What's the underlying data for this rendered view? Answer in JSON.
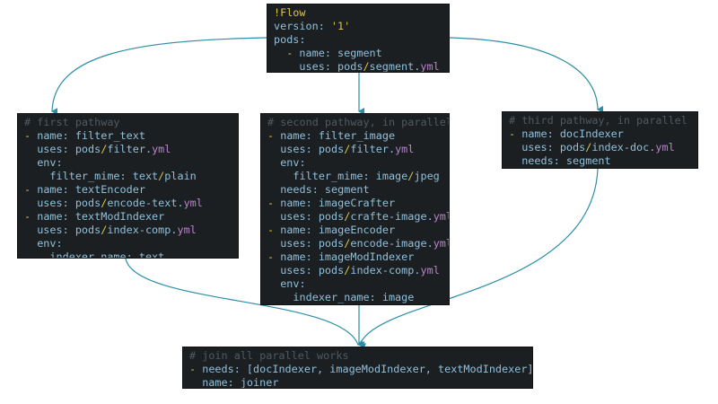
{
  "colors": {
    "arrow": "#2b8ea6",
    "background": "#1c1f22"
  },
  "blocks": {
    "top": [
      [
        {
          "t": "!Flow",
          "c": "f"
        }
      ],
      [
        {
          "t": "version: ",
          "c": "k"
        },
        {
          "t": "'1'",
          "c": "d"
        }
      ],
      [
        {
          "t": "pods:",
          "c": "k"
        }
      ],
      [
        {
          "t": "  - ",
          "c": "d"
        },
        {
          "t": "name: segment",
          "c": "k"
        }
      ],
      [
        {
          "t": "    uses: pods",
          "c": "k"
        },
        {
          "t": "/",
          "c": "d"
        },
        {
          "t": "segment.",
          "c": "v"
        },
        {
          "t": "yml",
          "c": "e"
        }
      ]
    ],
    "left": [
      [
        {
          "t": "# first pathway",
          "c": "c"
        }
      ],
      [
        {
          "t": "- ",
          "c": "d"
        },
        {
          "t": "name: filter_text",
          "c": "k"
        }
      ],
      [
        {
          "t": "  uses: pods",
          "c": "k"
        },
        {
          "t": "/",
          "c": "d"
        },
        {
          "t": "filter.",
          "c": "v"
        },
        {
          "t": "yml",
          "c": "e"
        }
      ],
      [
        {
          "t": "  env:",
          "c": "k"
        }
      ],
      [
        {
          "t": "    filter_mime: text",
          "c": "k"
        },
        {
          "t": "/",
          "c": "d"
        },
        {
          "t": "plain",
          "c": "v"
        }
      ],
      [
        {
          "t": "- ",
          "c": "d"
        },
        {
          "t": "name: textEncoder",
          "c": "k"
        }
      ],
      [
        {
          "t": "  uses: pods",
          "c": "k"
        },
        {
          "t": "/",
          "c": "d"
        },
        {
          "t": "encode-text.",
          "c": "v"
        },
        {
          "t": "yml",
          "c": "e"
        }
      ],
      [
        {
          "t": "- ",
          "c": "d"
        },
        {
          "t": "name: textModIndexer",
          "c": "k"
        }
      ],
      [
        {
          "t": "  uses: pods",
          "c": "k"
        },
        {
          "t": "/",
          "c": "d"
        },
        {
          "t": "index-comp.",
          "c": "v"
        },
        {
          "t": "yml",
          "c": "e"
        }
      ],
      [
        {
          "t": "  env:",
          "c": "k"
        }
      ],
      [
        {
          "t": "    indexer_name: text",
          "c": "k"
        }
      ]
    ],
    "middle": [
      [
        {
          "t": "# second pathway, in parallel",
          "c": "c"
        }
      ],
      [
        {
          "t": "- ",
          "c": "d"
        },
        {
          "t": "name: filter_image",
          "c": "k"
        }
      ],
      [
        {
          "t": "  uses: pods",
          "c": "k"
        },
        {
          "t": "/",
          "c": "d"
        },
        {
          "t": "filter.",
          "c": "v"
        },
        {
          "t": "yml",
          "c": "e"
        }
      ],
      [
        {
          "t": "  env:",
          "c": "k"
        }
      ],
      [
        {
          "t": "    filter_mime: image",
          "c": "k"
        },
        {
          "t": "/",
          "c": "d"
        },
        {
          "t": "jpeg",
          "c": "v"
        }
      ],
      [
        {
          "t": "  needs: segment",
          "c": "k"
        }
      ],
      [
        {
          "t": "- ",
          "c": "d"
        },
        {
          "t": "name: imageCrafter",
          "c": "k"
        }
      ],
      [
        {
          "t": "  uses: pods",
          "c": "k"
        },
        {
          "t": "/",
          "c": "d"
        },
        {
          "t": "crafte-image.",
          "c": "v"
        },
        {
          "t": "yml",
          "c": "e"
        }
      ],
      [
        {
          "t": "- ",
          "c": "d"
        },
        {
          "t": "name: imageEncoder",
          "c": "k"
        }
      ],
      [
        {
          "t": "  uses: pods",
          "c": "k"
        },
        {
          "t": "/",
          "c": "d"
        },
        {
          "t": "encode-image.",
          "c": "v"
        },
        {
          "t": "yml",
          "c": "e"
        }
      ],
      [
        {
          "t": "- ",
          "c": "d"
        },
        {
          "t": "name: imageModIndexer",
          "c": "k"
        }
      ],
      [
        {
          "t": "  uses: pods",
          "c": "k"
        },
        {
          "t": "/",
          "c": "d"
        },
        {
          "t": "index-comp.",
          "c": "v"
        },
        {
          "t": "yml",
          "c": "e"
        }
      ],
      [
        {
          "t": "  env:",
          "c": "k"
        }
      ],
      [
        {
          "t": "    indexer_name: image",
          "c": "k"
        }
      ]
    ],
    "right": [
      [
        {
          "t": "# third pathway, in parallel",
          "c": "c"
        }
      ],
      [
        {
          "t": "- ",
          "c": "d"
        },
        {
          "t": "name: docIndexer",
          "c": "k"
        }
      ],
      [
        {
          "t": "  uses: pods",
          "c": "k"
        },
        {
          "t": "/",
          "c": "d"
        },
        {
          "t": "index-doc.",
          "c": "v"
        },
        {
          "t": "yml",
          "c": "e"
        }
      ],
      [
        {
          "t": "  needs: segment",
          "c": "k"
        }
      ]
    ],
    "bottom": [
      [
        {
          "t": "# join all parallel works",
          "c": "c"
        }
      ],
      [
        {
          "t": "- ",
          "c": "d"
        },
        {
          "t": "needs: [docIndexer, imageModIndexer, textModIndexer]",
          "c": "k"
        }
      ],
      [
        {
          "t": "  name: joiner",
          "c": "k"
        }
      ]
    ]
  }
}
